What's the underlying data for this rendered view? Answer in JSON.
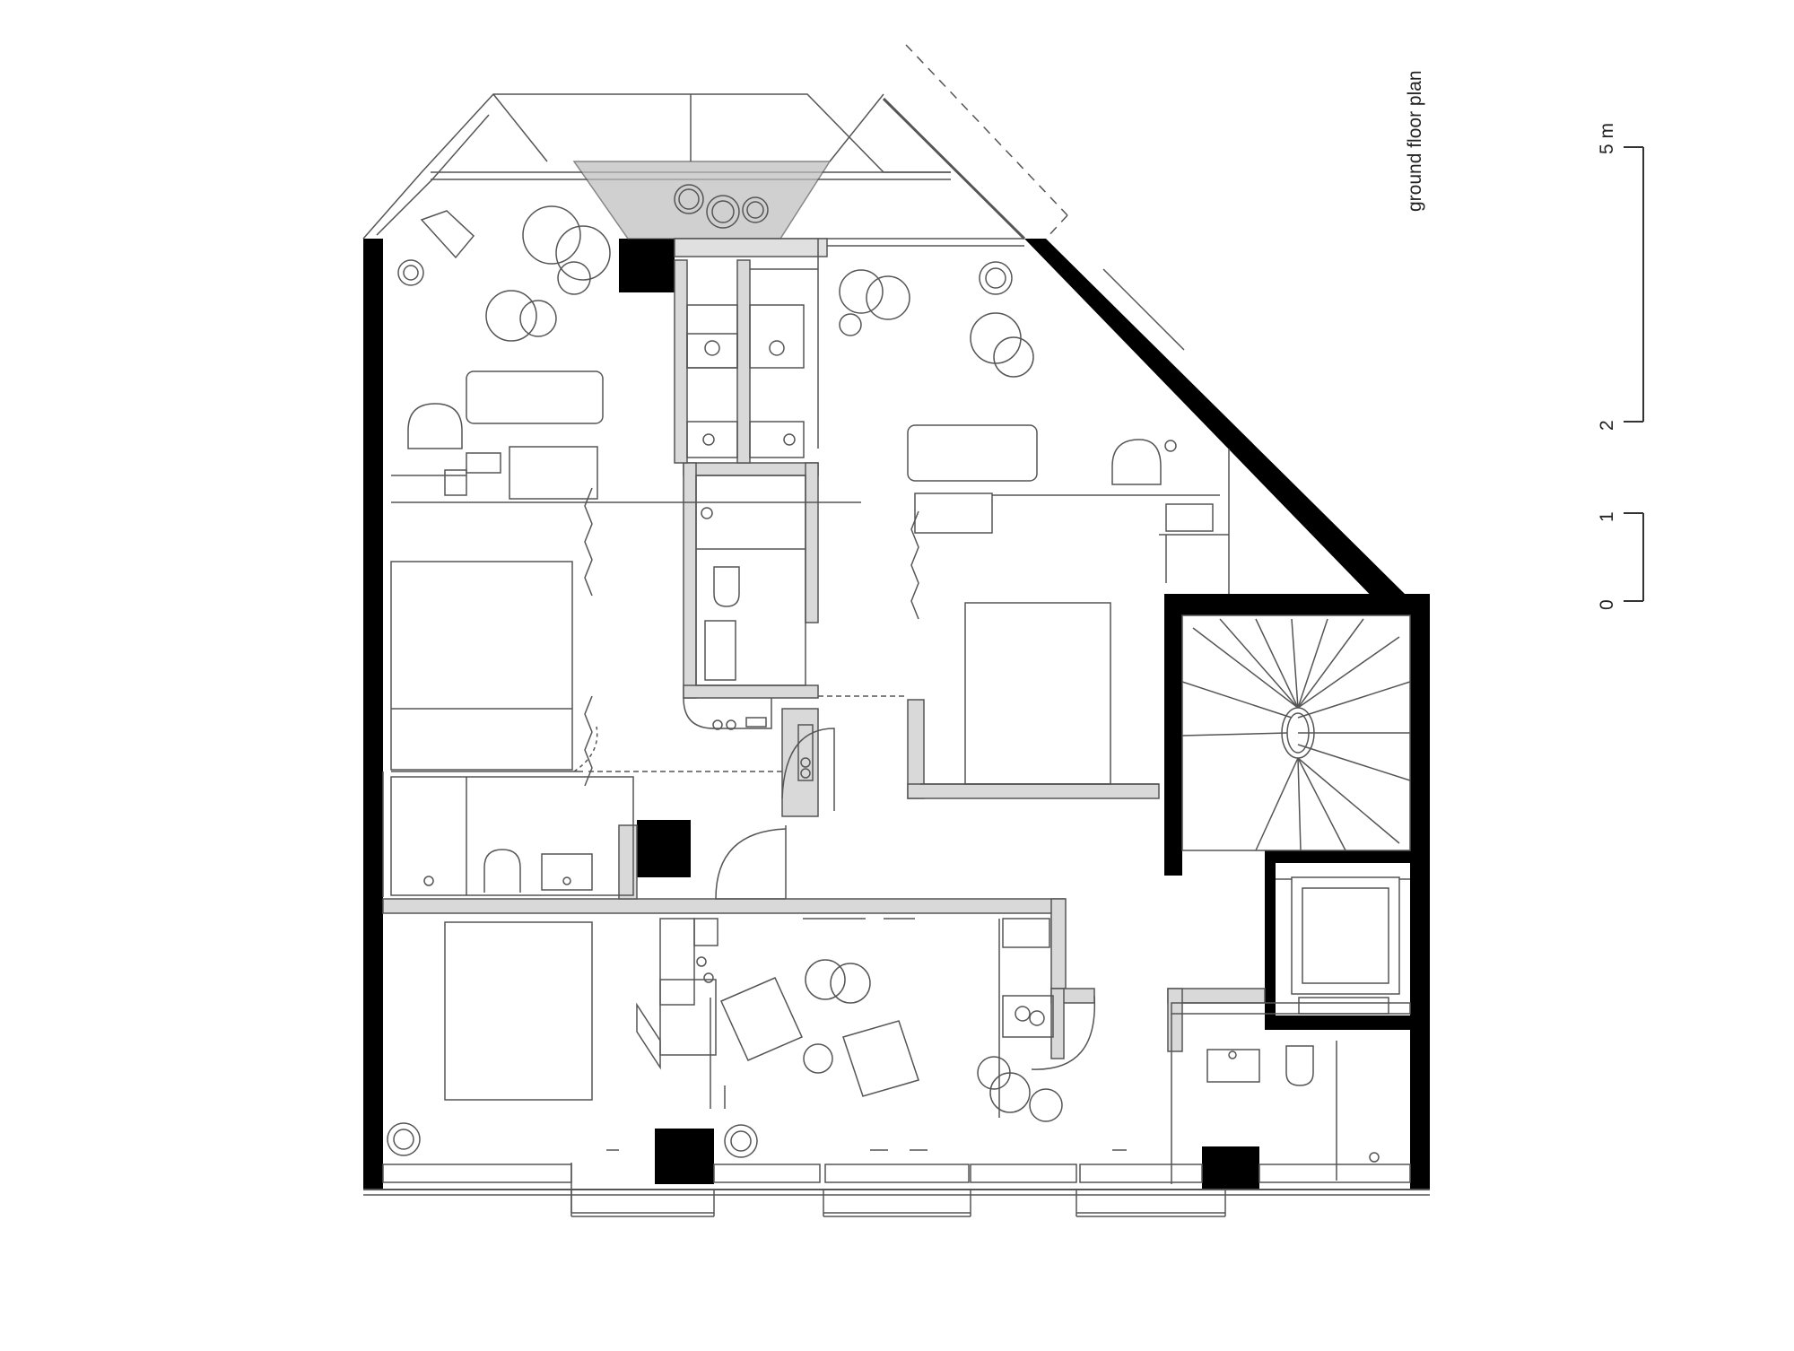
{
  "drawing": {
    "title": "ground floor plan",
    "scale_bar": {
      "unit": "m",
      "ticks": [
        {
          "label": "0",
          "value": 0
        },
        {
          "label": "1",
          "value": 1
        },
        {
          "label": "2",
          "value": 2
        },
        {
          "label": "5 m",
          "value": 5
        }
      ]
    }
  },
  "colors": {
    "wall": "#000000",
    "line": "#555555",
    "partition": "#d9d9d9",
    "paving": "#8a8a8a"
  },
  "icons": [
    "plant-pot-icon",
    "staircase-icon",
    "bed-icon",
    "sofa-icon",
    "armchair-icon",
    "toilet-icon",
    "sink-icon",
    "stove-icon",
    "door-swing-icon",
    "column-icon"
  ]
}
